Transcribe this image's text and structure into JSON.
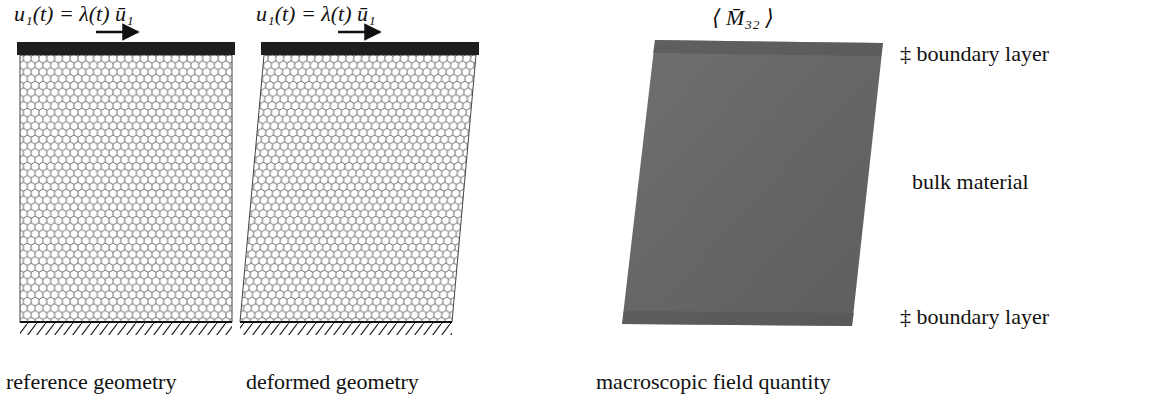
{
  "diagram": {
    "labels": [
      "u₁(t) = λ(t) ū₁",
      "u₁(t) = λ(t) ū₁",
      "⟨ M̄₃₂ ⟩",
      "‡ boundary layer",
      "bulk material",
      "‡ boundary layer",
      "reference geometry",
      "deformed geometry",
      "macroscopic field quantity"
    ]
  }
}
